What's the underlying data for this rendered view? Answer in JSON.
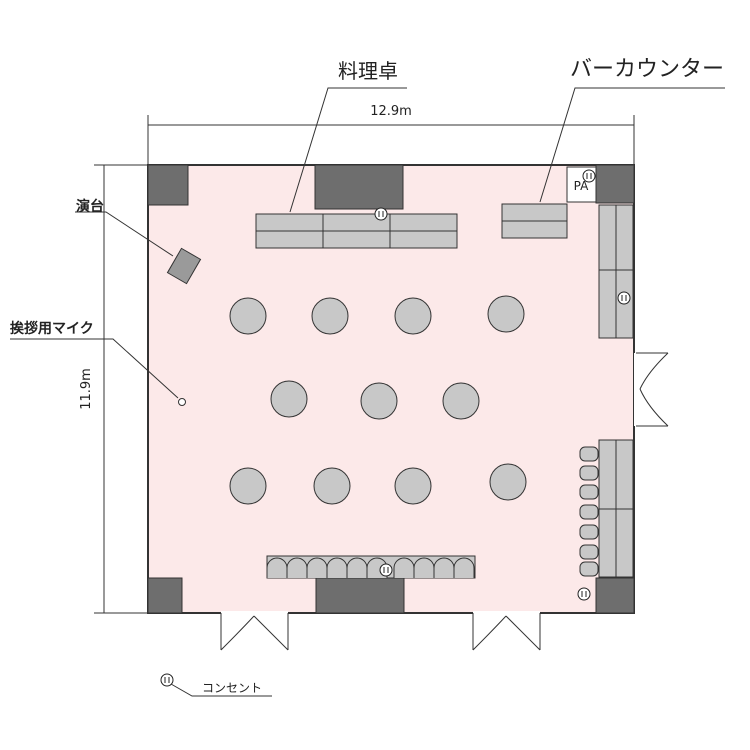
{
  "labels": {
    "cooking_table": "料理卓",
    "bar_counter": "バーカウンター",
    "podium": "演台",
    "speech_mic": "挨拶用マイク",
    "outlet": "コンセント",
    "pa": "PA"
  },
  "dimensions": {
    "width": "12.9m",
    "height": "11.9m"
  },
  "colors": {
    "floor": "#fce9e9",
    "pillar": "#6e6e6e",
    "furniture": "#c8c8c8",
    "stroke": "#333333"
  }
}
